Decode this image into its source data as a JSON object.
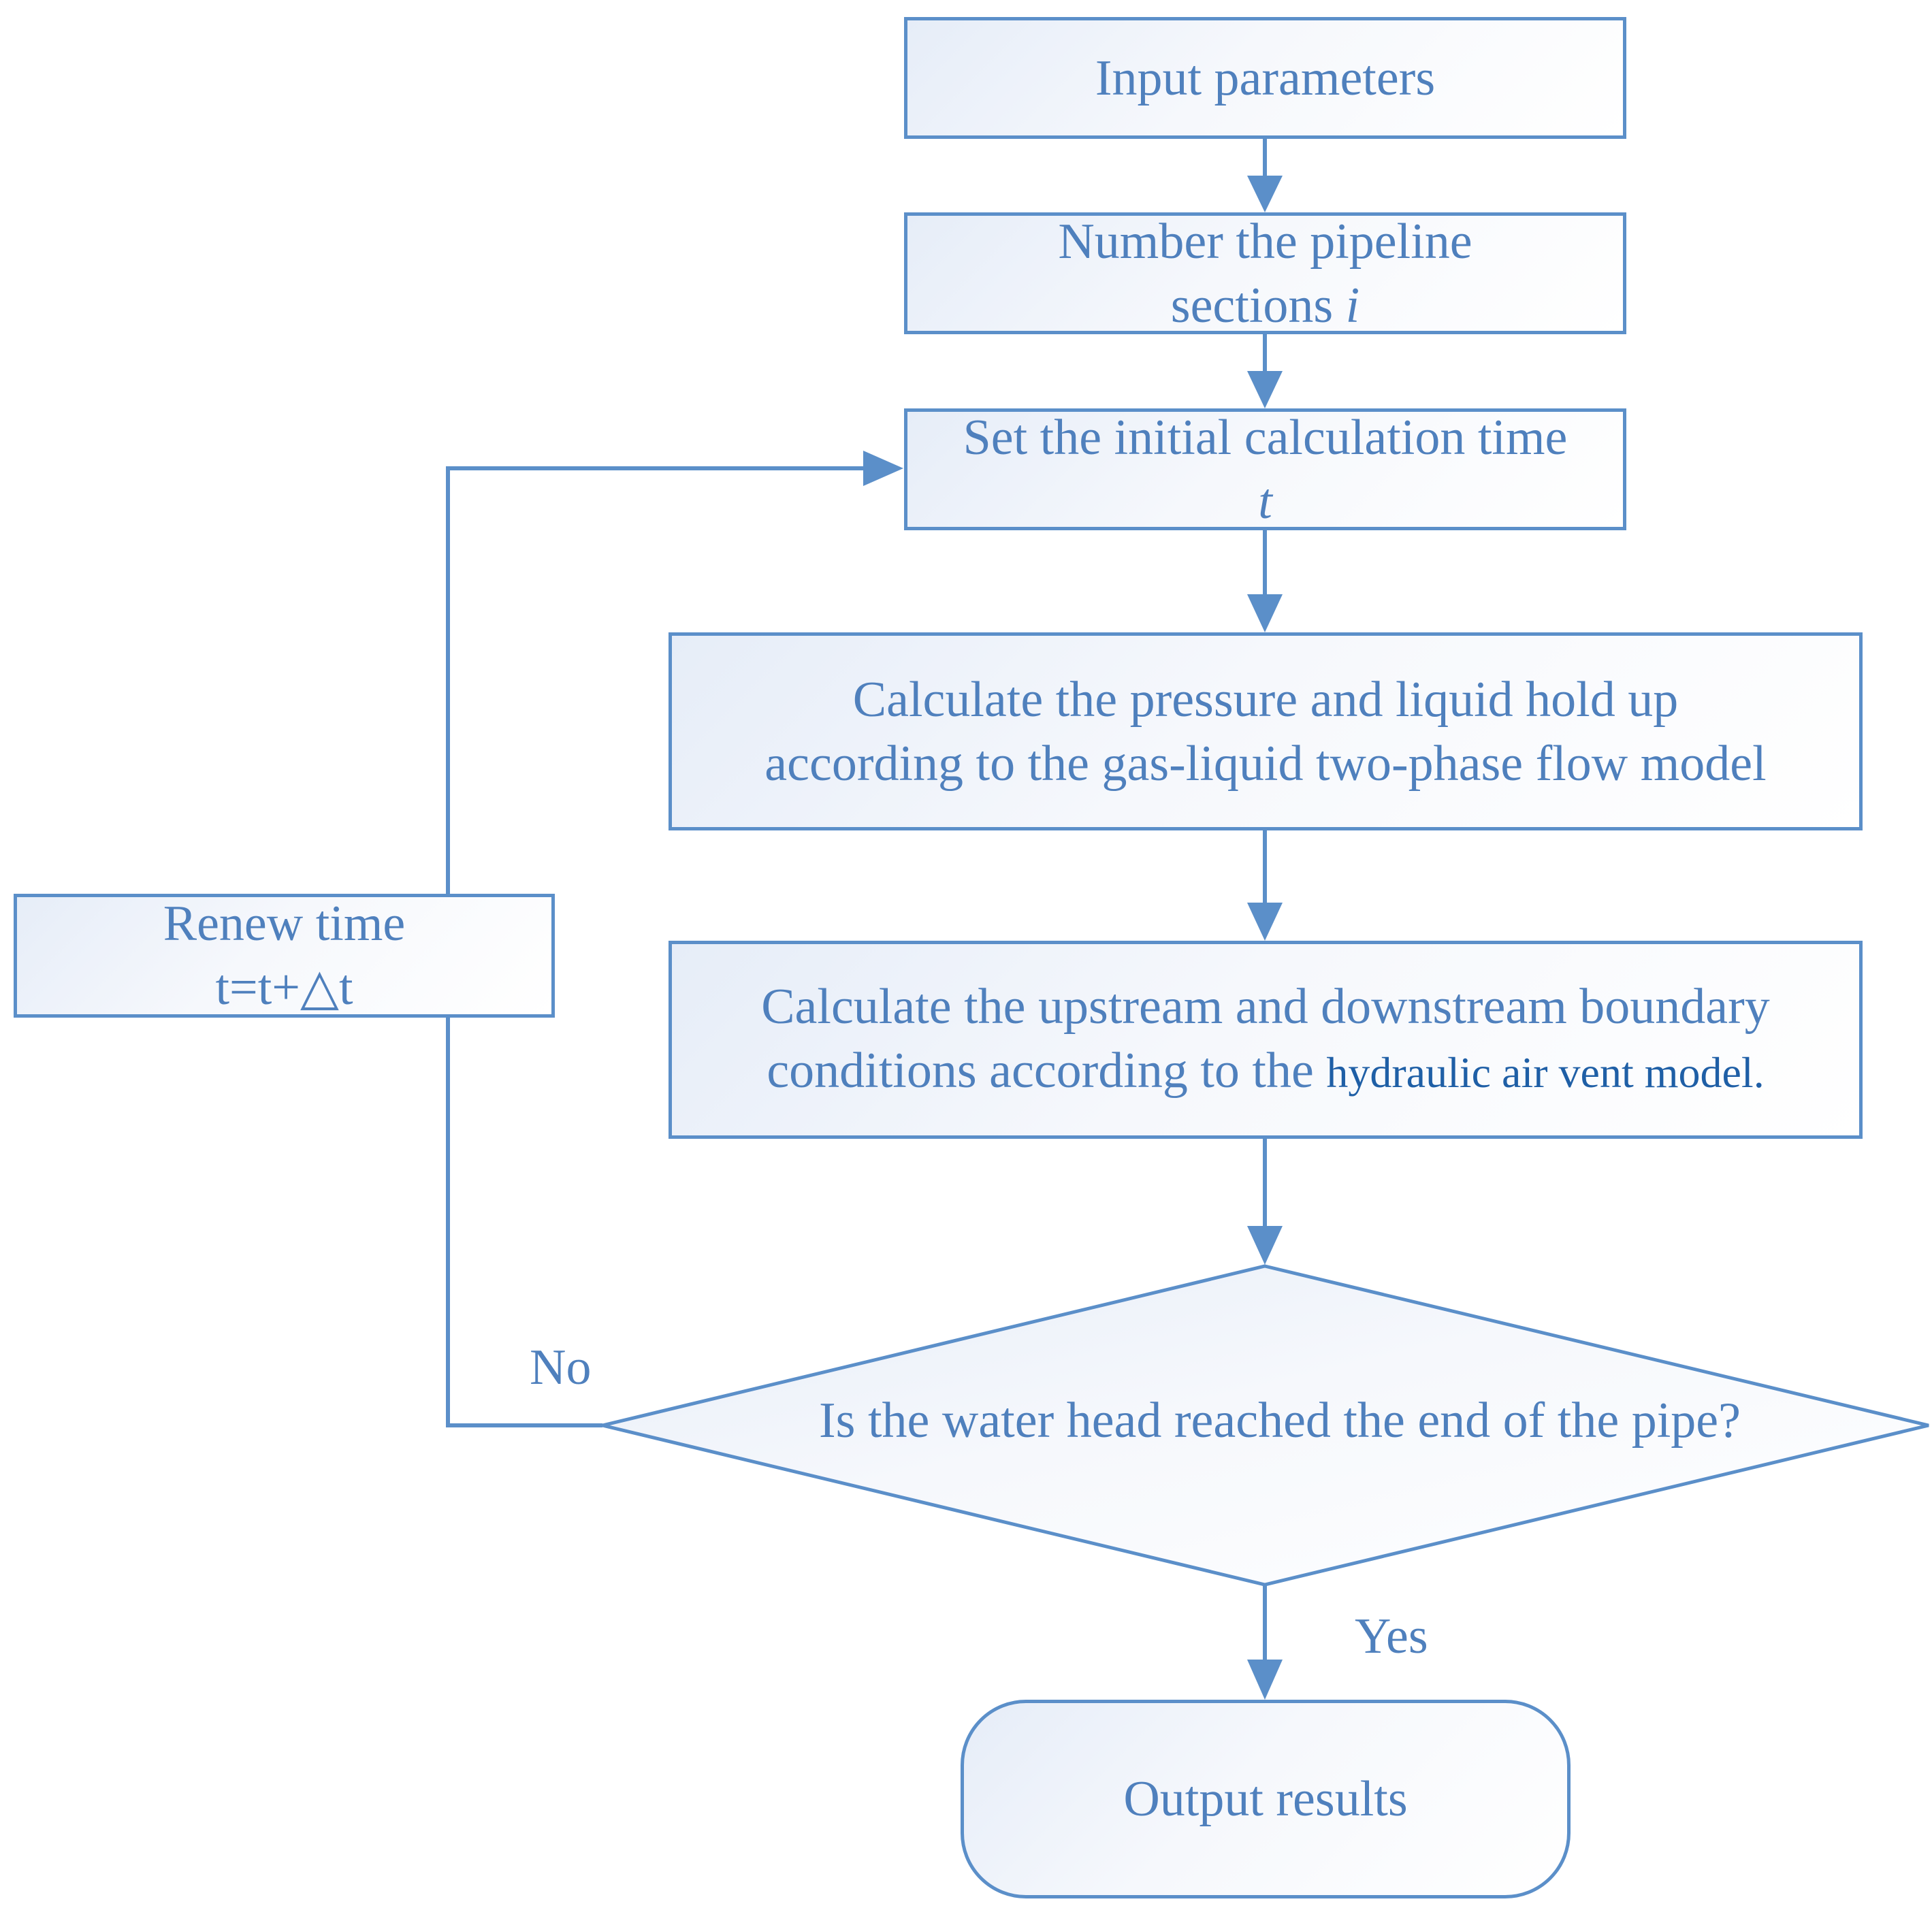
{
  "nodes": {
    "input": {
      "label": "Input parameters"
    },
    "number": {
      "label": "Number the pipeline sections",
      "var": "i"
    },
    "init_time": {
      "label": "Set the initial calculation time",
      "var": "t"
    },
    "calc_pressure": {
      "label": "Calculate the pressure and liquid hold up according to the gas-liquid two-phase flow model"
    },
    "calc_boundary": {
      "label": "Calculate the upstream and downstream boundary conditions according to the",
      "label_part2": "hydraulic air vent model."
    },
    "decision": {
      "label": "Is the water head reached the end of the pipe?"
    },
    "renew": {
      "line1": "Renew time",
      "line2": "t=t+△t"
    },
    "output": {
      "label": "Output results"
    }
  },
  "edges": {
    "no_label": "No",
    "yes_label": "Yes"
  },
  "colors": {
    "stroke": "#5B8FC9",
    "text": "#4F80BD",
    "text_dark": "#1F5FA6"
  }
}
